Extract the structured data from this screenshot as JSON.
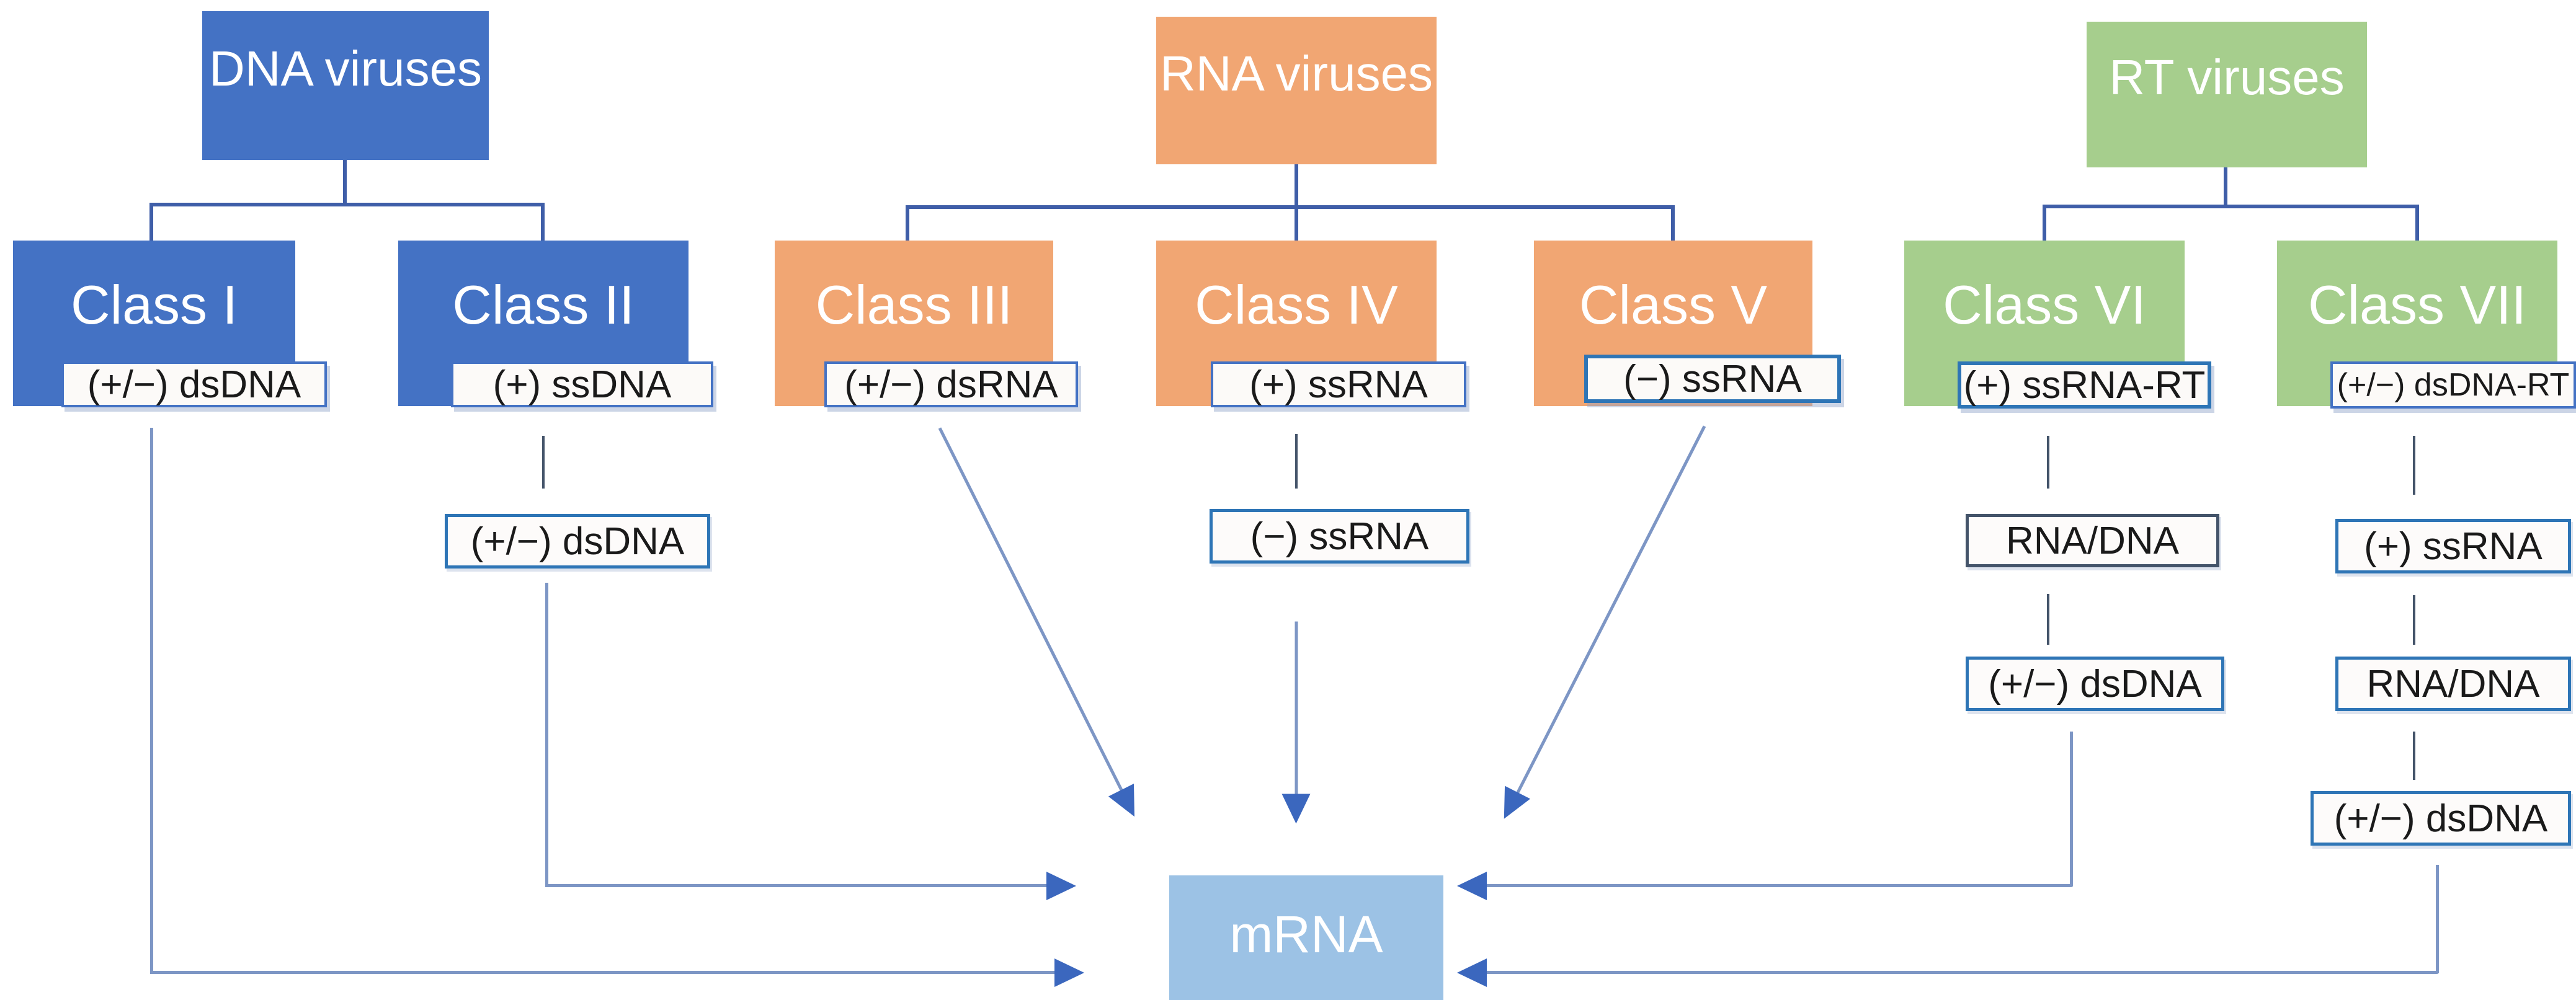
{
  "groups": [
    {
      "id": "dna",
      "name": "DNA viruses",
      "color": "#4472C4"
    },
    {
      "id": "rna",
      "name": "RNA viruses",
      "color": "#F1A673"
    },
    {
      "id": "rt",
      "name": "RT viruses",
      "color": "#A6CE8D"
    }
  ],
  "classes": [
    {
      "name": "Class I",
      "genome": "(+/−) dsDNA",
      "group": "DNA viruses"
    },
    {
      "name": "Class II",
      "genome": "(+) ssDNA",
      "group": "DNA viruses"
    },
    {
      "name": "Class III",
      "genome": "(+/−) dsRNA",
      "group": "RNA viruses"
    },
    {
      "name": "Class IV",
      "genome": "(+) ssRNA",
      "group": "RNA viruses"
    },
    {
      "name": "Class V",
      "genome": "(−) ssRNA",
      "group": "RNA viruses"
    },
    {
      "name": "Class VI",
      "genome": "(+) ssRNA-RT",
      "group": "RT viruses"
    },
    {
      "name": "Class VII",
      "genome": "(+/−) dsDNA-RT",
      "group": "RT viruses"
    }
  ],
  "intermediates": {
    "class2": [
      "(+/−) dsDNA"
    ],
    "class4": [
      "(−) ssRNA"
    ],
    "class6": [
      "RNA/DNA",
      "(+/−) dsDNA"
    ],
    "class7": [
      "(+) ssRNA",
      "RNA/DNA",
      "(+/−) dsDNA"
    ]
  },
  "terminal": {
    "label": "mRNA",
    "color": "#9CC2E5"
  },
  "colors": {
    "dna_blue": "#4472C4",
    "rna_orange": "#F1A673",
    "rt_green": "#A6CE8D",
    "mrna_blue": "#9CC2E5",
    "tag_border": "#2E75B6",
    "tree_connector": "#3F5EA8",
    "gap_segment": "#44546A",
    "arrow_line": "#7D96C5",
    "arrow_head": "#3B67BE"
  }
}
